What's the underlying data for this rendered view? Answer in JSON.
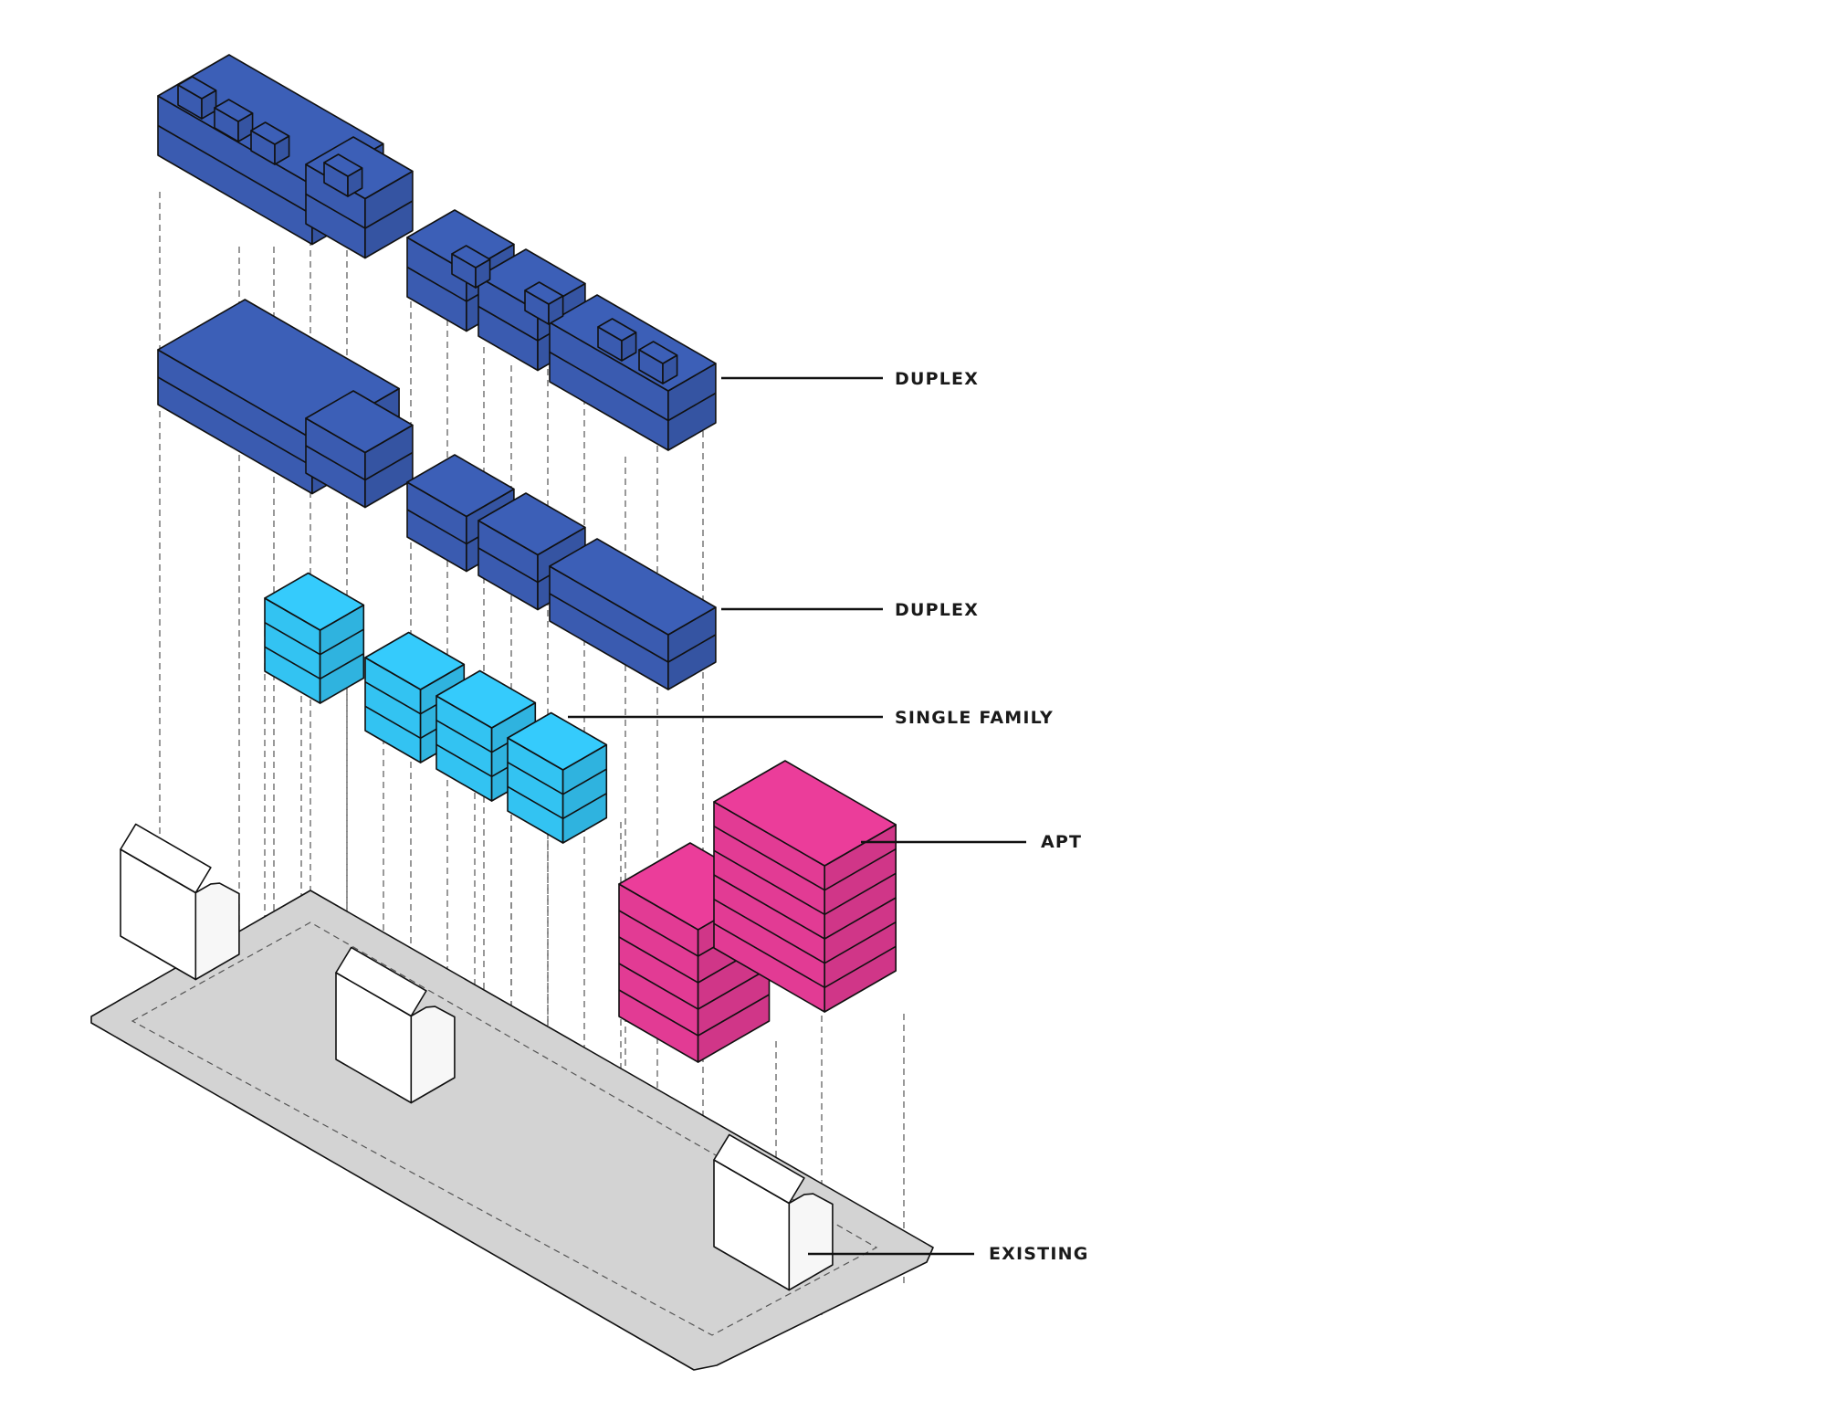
{
  "labels": {
    "duplex_upper": "DUPLEX",
    "duplex_lower": "DUPLEX",
    "single_family": "SINGLE FAMILY",
    "apt": "APT",
    "existing": "EXISTING"
  },
  "colors": {
    "duplex": "#3a5bb0",
    "single_family": "#33c3f2",
    "apt": "#e23b94",
    "existing": "#ffffff",
    "lot": "#d3d3d3",
    "lot_inner": "#ebebeb"
  }
}
